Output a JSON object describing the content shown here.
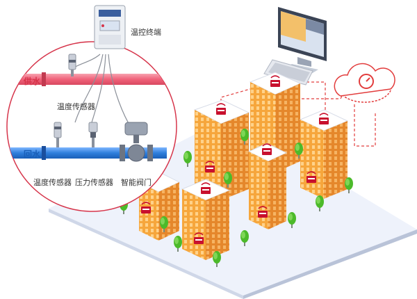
{
  "labels": {
    "terminal": "温控终端",
    "supply": "供水",
    "return": "回水",
    "temp_sensor_top": "温度传感器",
    "temp_sensor_bottom": "温度传感器",
    "pressure_sensor": "压力传感器",
    "smart_valve": "智能阀门"
  },
  "colors": {
    "supply_pipe": "#f0627a",
    "return_pipe": "#2f7fdc",
    "circle_border": "#d6344a",
    "link_line": "#e23c3c",
    "building_face": "#f6a63c",
    "ground": "#e8eef8",
    "tree": "#4cba2a"
  },
  "icons": [
    "electric-meter-icon",
    "monitor-icon",
    "keyboard-icon",
    "cloud-icon",
    "gauge-icon",
    "router-icon",
    "tree-icon",
    "valve-icon",
    "sensor-icon"
  ]
}
